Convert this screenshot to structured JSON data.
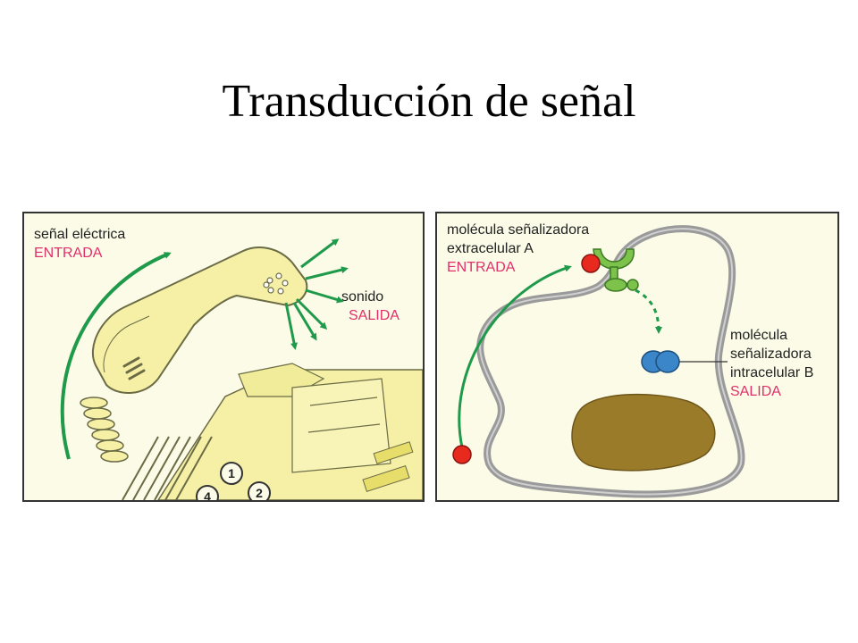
{
  "title": "Transducción de señal",
  "colors": {
    "panel_background": "#fbfbe8",
    "panel_border": "#333333",
    "arrow_green": "#1f9a4a",
    "output_pink": "#e0306a",
    "phone_yellow": "#f5f0a6",
    "phone_outline": "#6b6b45",
    "membrane_gray": "#9a9a9a",
    "signal_red": "#e8291e",
    "receptor_green": "#7dc24b",
    "intracellular_blue": "#3b86c8",
    "nucleus_brown": "#9a7b2a"
  },
  "left_panel": {
    "input_label": "señal eléctrica",
    "input_tag": "ENTRADA",
    "output_label": "sonido",
    "output_tag": "SALIDA",
    "keypad_keys": [
      "1",
      "2",
      "4"
    ]
  },
  "right_panel": {
    "input_label_line1": "molécula señalizadora",
    "input_label_line2": "extracelular A",
    "input_tag": "ENTRADA",
    "output_label_line1": "molécula",
    "output_label_line2": "señalizadora",
    "output_label_line3": "intracelular B",
    "output_tag": "SALIDA"
  }
}
